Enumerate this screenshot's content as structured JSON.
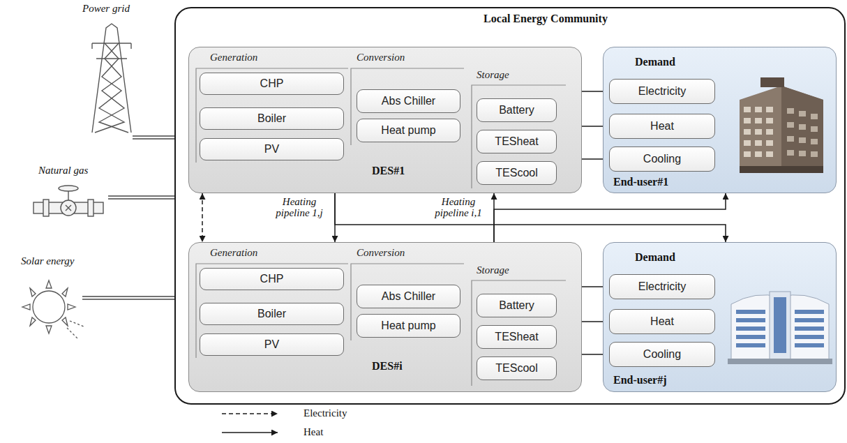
{
  "diagram": {
    "nodes": [
      {
        "text": [
          "Local Energy Community"
        ]
      },
      {
        "text": [
          "Generation",
          "Conversion",
          "Storage",
          "DES#1"
        ],
        "in": 0
      },
      {
        "text": [
          "CHP"
        ],
        "in": 1
      },
      {
        "text": [
          "Boiler"
        ],
        "in": 1
      },
      {
        "text": [
          "PV"
        ],
        "in": 1
      },
      {
        "text": [
          "Abs Chiller"
        ],
        "in": 1
      },
      {
        "text": [
          "Heat pump"
        ],
        "in": 1
      },
      {
        "text": [
          "Battery"
        ],
        "in": 1
      },
      {
        "text": [
          "TESheat"
        ],
        "in": 1
      },
      {
        "text": [
          "TEScool"
        ],
        "in": 1
      },
      {
        "text": [
          "Demand",
          "End-user#1"
        ],
        "in": 0
      },
      {
        "text": [
          "Electricity"
        ],
        "in": 10
      },
      {
        "text": [
          "Heat"
        ],
        "in": 10
      },
      {
        "text": [
          "Cooling"
        ],
        "in": 10
      },
      {
        "text": [
          "Generation",
          "Conversion",
          "Storage",
          "DES#i"
        ],
        "in": 0
      },
      {
        "text": [
          "CHP"
        ],
        "in": 14
      },
      {
        "text": [
          "Boiler"
        ],
        "in": 14
      },
      {
        "text": [
          "PV"
        ],
        "in": 14
      },
      {
        "text": [
          "Abs Chiller"
        ],
        "in": 14
      },
      {
        "text": [
          "Heat pump"
        ],
        "in": 14
      },
      {
        "text": [
          "Battery"
        ],
        "in": 14
      },
      {
        "text": [
          "TESheat"
        ],
        "in": 14
      },
      {
        "text": [
          "TEScool"
        ],
        "in": 14
      },
      {
        "text": [
          "Demand",
          "End-user#j"
        ],
        "in": 0
      },
      {
        "text": [
          "Electricity"
        ],
        "in": 23
      },
      {
        "text": [
          "Heat"
        ],
        "in": 23
      },
      {
        "text": [
          "Cooling"
        ],
        "in": 23
      }
    ],
    "edges": [
      {
        "from": 1,
        "to": 11,
        "arrow": "to"
      },
      {
        "from": 1,
        "to": 12,
        "arrow": "to"
      },
      {
        "from": 1,
        "to": 13,
        "arrow": "to"
      },
      {
        "from": 1,
        "to": 14,
        "arrow": "both"
      },
      {
        "from": 1,
        "to": 14,
        "arrow": "to",
        "label": "Heating pipeline 1,j"
      },
      {
        "from": 1,
        "to": 23,
        "arrow": "to"
      },
      {
        "from": 14,
        "to": 1,
        "arrow": "to",
        "label": "Heating pipeline i,1"
      },
      {
        "from": 14,
        "to": 10,
        "arrow": "to"
      },
      {
        "from": 14,
        "to": 24,
        "arrow": "to"
      },
      {
        "from": 14,
        "to": 25,
        "arrow": "to"
      },
      {
        "from": 14,
        "to": 26,
        "arrow": "to"
      }
    ],
    "labels": [
      "Power grid",
      "Natural gas",
      "Solar energy"
    ],
    "legend": [
      {
        "text": "Electricity"
      },
      {
        "text": "Heat"
      }
    ]
  }
}
